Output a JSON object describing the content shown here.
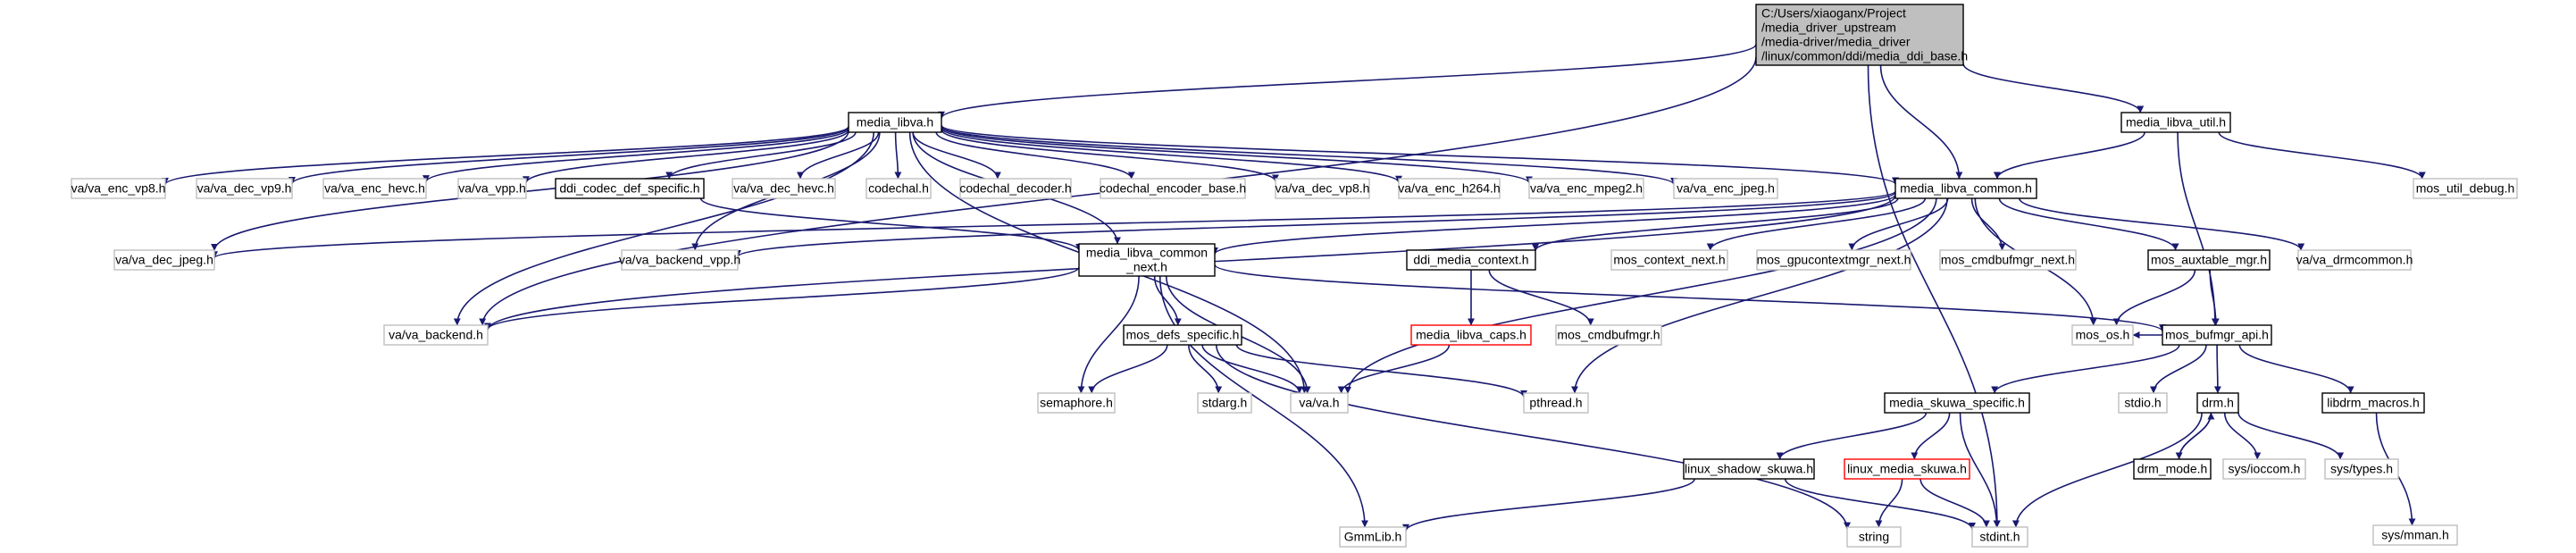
{
  "graph": {
    "colors": {
      "edge": "#191970",
      "root_fill": "#bfbfbf",
      "doc_border": "#000000",
      "ext_border": "#bfbfbf",
      "missing_border": "#ff0000",
      "box_fill": "#ffffff",
      "text": "#000000"
    },
    "nodes": [
      {
        "id": "root",
        "kind": "root",
        "lines": [
          "C:/Users/xiaoganx/Project",
          "/media_driver_upstream",
          "/media-driver/media_driver",
          "/linux/common/ddi/media_ddi_base.h"
        ]
      },
      {
        "id": "media_libva",
        "kind": "doc",
        "lines": [
          "media_libva.h"
        ]
      },
      {
        "id": "media_libva_util",
        "kind": "doc",
        "lines": [
          "media_libva_util.h"
        ]
      },
      {
        "id": "va_enc_vp8",
        "kind": "ext",
        "lines": [
          "va/va_enc_vp8.h"
        ]
      },
      {
        "id": "va_dec_vp9",
        "kind": "ext",
        "lines": [
          "va/va_dec_vp9.h"
        ]
      },
      {
        "id": "va_enc_hevc",
        "kind": "ext",
        "lines": [
          "va/va_enc_hevc.h"
        ]
      },
      {
        "id": "va_vpp",
        "kind": "ext",
        "lines": [
          "va/va_vpp.h"
        ]
      },
      {
        "id": "ddi_codec_def_specific",
        "kind": "doc",
        "lines": [
          "ddi_codec_def_specific.h"
        ]
      },
      {
        "id": "va_dec_hevc",
        "kind": "ext",
        "lines": [
          "va/va_dec_hevc.h"
        ]
      },
      {
        "id": "codechal",
        "kind": "ext",
        "lines": [
          "codechal.h"
        ]
      },
      {
        "id": "codechal_decoder",
        "kind": "ext",
        "lines": [
          "codechal_decoder.h"
        ]
      },
      {
        "id": "codechal_encoder_base",
        "kind": "ext",
        "lines": [
          "codechal_encoder_base.h"
        ]
      },
      {
        "id": "va_dec_vp8",
        "kind": "ext",
        "lines": [
          "va/va_dec_vp8.h"
        ]
      },
      {
        "id": "va_enc_h264",
        "kind": "ext",
        "lines": [
          "va/va_enc_h264.h"
        ]
      },
      {
        "id": "va_enc_mpeg2",
        "kind": "ext",
        "lines": [
          "va/va_enc_mpeg2.h"
        ]
      },
      {
        "id": "va_enc_jpeg",
        "kind": "ext",
        "lines": [
          "va/va_enc_jpeg.h"
        ]
      },
      {
        "id": "media_libva_common",
        "kind": "doc",
        "lines": [
          "media_libva_common.h"
        ]
      },
      {
        "id": "mos_util_debug",
        "kind": "ext",
        "lines": [
          "mos_util_debug.h"
        ]
      },
      {
        "id": "va_dec_jpeg",
        "kind": "ext",
        "lines": [
          "va/va_dec_jpeg.h"
        ]
      },
      {
        "id": "va_backend_vpp",
        "kind": "ext",
        "lines": [
          "va/va_backend_vpp.h"
        ]
      },
      {
        "id": "media_libva_common_next",
        "kind": "doc",
        "lines": [
          "media_libva_common",
          "_next.h"
        ]
      },
      {
        "id": "ddi_media_context",
        "kind": "doc",
        "lines": [
          "ddi_media_context.h"
        ]
      },
      {
        "id": "mos_context_next",
        "kind": "ext",
        "lines": [
          "mos_context_next.h"
        ]
      },
      {
        "id": "mos_gpucontextmgr_next",
        "kind": "ext",
        "lines": [
          "mos_gpucontextmgr_next.h"
        ]
      },
      {
        "id": "mos_cmdbufmgr_next",
        "kind": "ext",
        "lines": [
          "mos_cmdbufmgr_next.h"
        ]
      },
      {
        "id": "mos_auxtable_mgr",
        "kind": "doc",
        "lines": [
          "mos_auxtable_mgr.h"
        ]
      },
      {
        "id": "va_drmcommon",
        "kind": "ext",
        "lines": [
          "va/va_drmcommon.h"
        ]
      },
      {
        "id": "va_backend",
        "kind": "ext",
        "lines": [
          "va/va_backend.h"
        ]
      },
      {
        "id": "mos_defs_specific",
        "kind": "doc",
        "lines": [
          "mos_defs_specific.h"
        ]
      },
      {
        "id": "media_libva_caps",
        "kind": "missing",
        "lines": [
          "media_libva_caps.h"
        ]
      },
      {
        "id": "mos_cmdbufmgr",
        "kind": "ext",
        "lines": [
          "mos_cmdbufmgr.h"
        ]
      },
      {
        "id": "mos_os",
        "kind": "ext",
        "lines": [
          "mos_os.h"
        ]
      },
      {
        "id": "mos_bufmgr_api",
        "kind": "doc",
        "lines": [
          "mos_bufmgr_api.h"
        ]
      },
      {
        "id": "semaphore",
        "kind": "ext",
        "lines": [
          "semaphore.h"
        ]
      },
      {
        "id": "stdarg",
        "kind": "ext",
        "lines": [
          "stdarg.h"
        ]
      },
      {
        "id": "va",
        "kind": "ext",
        "lines": [
          "va/va.h"
        ]
      },
      {
        "id": "pthread",
        "kind": "ext",
        "lines": [
          "pthread.h"
        ]
      },
      {
        "id": "media_skuwa_specific",
        "kind": "doc",
        "lines": [
          "media_skuwa_specific.h"
        ]
      },
      {
        "id": "stdio",
        "kind": "ext",
        "lines": [
          "stdio.h"
        ]
      },
      {
        "id": "drm",
        "kind": "doc",
        "lines": [
          "drm.h"
        ]
      },
      {
        "id": "libdrm_macros",
        "kind": "doc",
        "lines": [
          "libdrm_macros.h"
        ]
      },
      {
        "id": "linux_shadow_skuwa",
        "kind": "doc",
        "lines": [
          "linux_shadow_skuwa.h"
        ]
      },
      {
        "id": "linux_media_skuwa",
        "kind": "missing",
        "lines": [
          "linux_media_skuwa.h"
        ]
      },
      {
        "id": "drm_mode",
        "kind": "doc",
        "lines": [
          "drm_mode.h"
        ]
      },
      {
        "id": "sys_ioccom",
        "kind": "ext",
        "lines": [
          "sys/ioccom.h"
        ]
      },
      {
        "id": "sys_types",
        "kind": "ext",
        "lines": [
          "sys/types.h"
        ]
      },
      {
        "id": "sys_mman",
        "kind": "ext",
        "lines": [
          "sys/mman.h"
        ]
      },
      {
        "id": "gmmlib",
        "kind": "ext",
        "lines": [
          "GmmLib.h"
        ]
      },
      {
        "id": "string",
        "kind": "ext",
        "lines": [
          "string"
        ]
      },
      {
        "id": "stdint",
        "kind": "ext",
        "lines": [
          "stdint.h"
        ]
      }
    ],
    "edges": [
      [
        "root",
        "media_libva"
      ],
      [
        "root",
        "media_libva_util"
      ],
      [
        "root",
        "media_libva_common"
      ],
      [
        "root",
        "va_backend"
      ],
      [
        "root",
        "stdint"
      ],
      [
        "media_libva",
        "va_enc_vp8"
      ],
      [
        "media_libva",
        "va_dec_vp9"
      ],
      [
        "media_libva",
        "va_enc_hevc"
      ],
      [
        "media_libva",
        "va_vpp"
      ],
      [
        "media_libva",
        "ddi_codec_def_specific"
      ],
      [
        "media_libva",
        "va_dec_hevc"
      ],
      [
        "media_libva",
        "codechal"
      ],
      [
        "media_libva",
        "codechal_decoder"
      ],
      [
        "media_libva",
        "codechal_encoder_base"
      ],
      [
        "media_libva",
        "va_dec_vp8"
      ],
      [
        "media_libva",
        "va_enc_h264"
      ],
      [
        "media_libva",
        "va_enc_mpeg2"
      ],
      [
        "media_libva",
        "va_enc_jpeg"
      ],
      [
        "media_libva",
        "media_libva_common"
      ],
      [
        "media_libva",
        "va_dec_jpeg"
      ],
      [
        "media_libva",
        "va_backend_vpp"
      ],
      [
        "media_libva",
        "va_backend"
      ],
      [
        "media_libva",
        "va"
      ],
      [
        "media_libva",
        "media_libva_common_next"
      ],
      [
        "media_libva_util",
        "media_libva_common"
      ],
      [
        "media_libva_util",
        "mos_util_debug"
      ],
      [
        "media_libva_util",
        "mos_bufmgr_api"
      ],
      [
        "ddi_codec_def_specific",
        "media_libva_common_next"
      ],
      [
        "media_libva_common",
        "va_dec_jpeg"
      ],
      [
        "media_libva_common",
        "va_backend_vpp"
      ],
      [
        "media_libva_common",
        "media_libva_common_next"
      ],
      [
        "media_libva_common",
        "ddi_media_context"
      ],
      [
        "media_libva_common",
        "mos_context_next"
      ],
      [
        "media_libva_common",
        "mos_gpucontextmgr_next"
      ],
      [
        "media_libva_common",
        "mos_cmdbufmgr_next"
      ],
      [
        "media_libva_common",
        "mos_auxtable_mgr"
      ],
      [
        "media_libva_common",
        "va_drmcommon"
      ],
      [
        "media_libva_common",
        "va_backend"
      ],
      [
        "media_libva_common",
        "mos_os"
      ],
      [
        "media_libva_common",
        "va"
      ],
      [
        "media_libva_common",
        "pthread"
      ],
      [
        "media_libva_common_next",
        "va_backend"
      ],
      [
        "media_libva_common_next",
        "mos_defs_specific"
      ],
      [
        "media_libva_common_next",
        "semaphore"
      ],
      [
        "media_libva_common_next",
        "va"
      ],
      [
        "media_libva_common_next",
        "mos_bufmgr_api"
      ],
      [
        "media_libva_common_next",
        "gmmlib"
      ],
      [
        "ddi_media_context",
        "media_libva_caps"
      ],
      [
        "ddi_media_context",
        "mos_cmdbufmgr"
      ],
      [
        "media_libva_caps",
        "va"
      ],
      [
        "mos_auxtable_mgr",
        "mos_os"
      ],
      [
        "mos_auxtable_mgr",
        "mos_bufmgr_api"
      ],
      [
        "mos_defs_specific",
        "semaphore"
      ],
      [
        "mos_defs_specific",
        "stdarg"
      ],
      [
        "mos_defs_specific",
        "va"
      ],
      [
        "mos_defs_specific",
        "pthread"
      ],
      [
        "mos_defs_specific",
        "string"
      ],
      [
        "mos_bufmgr_api",
        "media_skuwa_specific"
      ],
      [
        "mos_bufmgr_api",
        "stdio"
      ],
      [
        "mos_bufmgr_api",
        "drm"
      ],
      [
        "mos_bufmgr_api",
        "libdrm_macros"
      ],
      [
        "mos_bufmgr_api",
        "mos_os"
      ],
      [
        "media_skuwa_specific",
        "linux_shadow_skuwa"
      ],
      [
        "media_skuwa_specific",
        "linux_media_skuwa"
      ],
      [
        "media_skuwa_specific",
        "stdint"
      ],
      [
        "linux_shadow_skuwa",
        "gmmlib"
      ],
      [
        "linux_shadow_skuwa",
        "stdint"
      ],
      [
        "linux_media_skuwa",
        "string"
      ],
      [
        "linux_media_skuwa",
        "stdint"
      ],
      [
        "drm",
        "drm_mode"
      ],
      [
        "drm",
        "sys_ioccom"
      ],
      [
        "drm",
        "sys_types"
      ],
      [
        "drm",
        "stdint"
      ],
      [
        "drm_mode",
        "drm"
      ],
      [
        "libdrm_macros",
        "sys_mman"
      ]
    ]
  }
}
